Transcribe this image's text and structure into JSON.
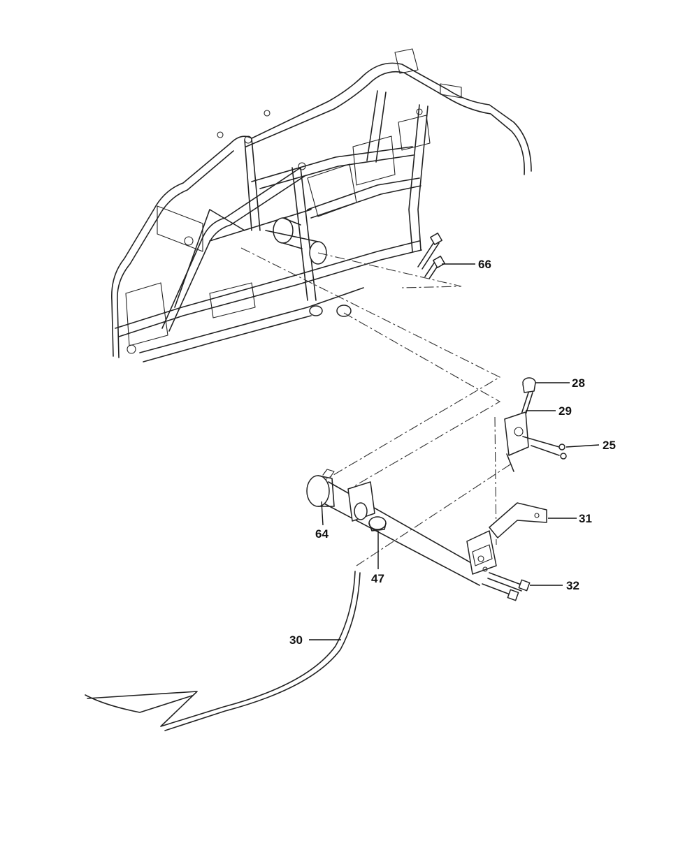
{
  "callouts": {
    "c66": "66",
    "c28": "28",
    "c29": "29",
    "c25": "25",
    "c31": "31",
    "c64": "64",
    "c47": "47",
    "c32": "32",
    "c30": "30"
  }
}
